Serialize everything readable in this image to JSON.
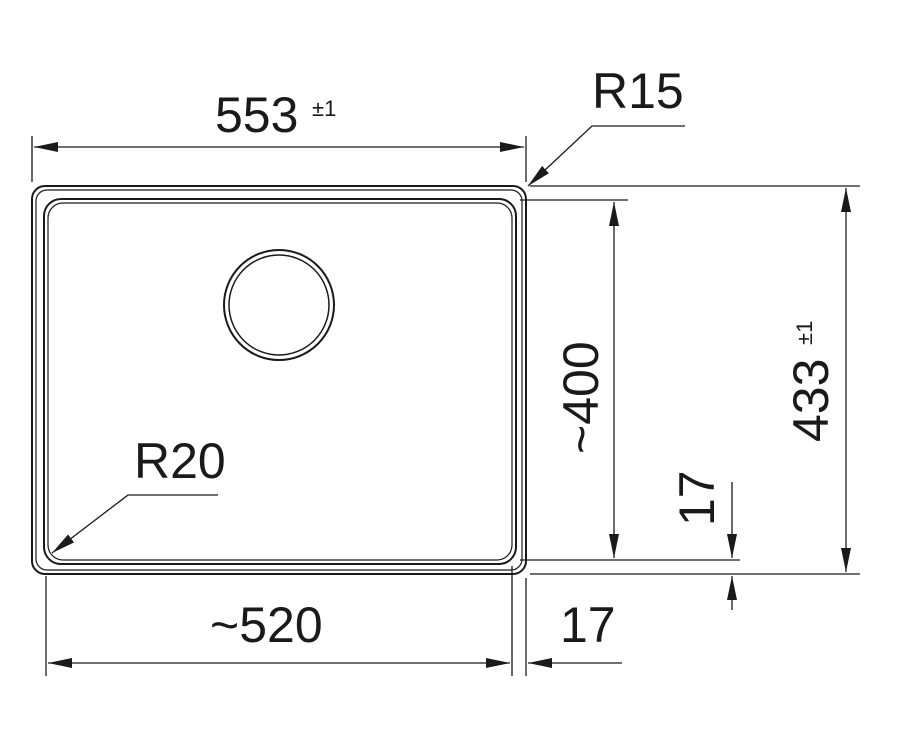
{
  "dimensions": {
    "overall_width": {
      "value": "553",
      "tolerance": "±1"
    },
    "overall_height": {
      "value": "433",
      "tolerance": "±1"
    },
    "bowl_width": "~520",
    "bowl_height": "~400",
    "rim_side": "17",
    "rim_bottom": "17"
  },
  "radii": {
    "outer_corner": "R15",
    "inner_corner": "R20"
  },
  "colors": {
    "line": "#1a1a1a",
    "background": "#ffffff"
  },
  "icons": {
    "arrowhead": "filled-triangle-arrow"
  }
}
